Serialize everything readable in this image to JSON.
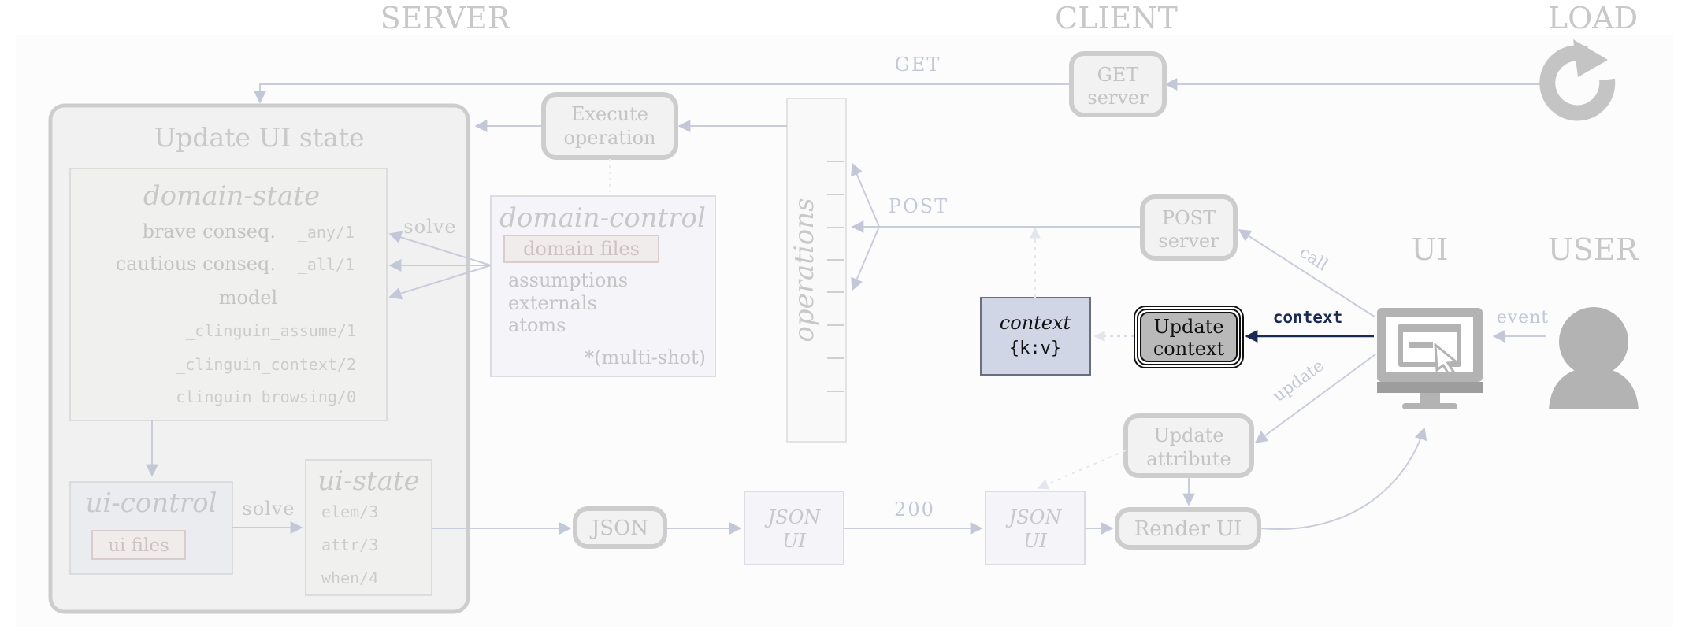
{
  "columns": {
    "server": "SERVER",
    "client": "CLIENT",
    "load": "LOAD",
    "ui": "UI",
    "user": "USER"
  },
  "edges": {
    "get": "GET",
    "post": "POST",
    "call": "call",
    "update": "update",
    "event": "event",
    "context": "context",
    "code_200": "200",
    "solve_domain": "solve",
    "solve_ui": "solve"
  },
  "boxes": {
    "get_server": {
      "line1": "GET",
      "line2": "server"
    },
    "execute": {
      "line1": "Execute",
      "line2": "operation"
    },
    "post_server": {
      "line1": "POST",
      "line2": "server"
    },
    "update_context": {
      "line1": "Update",
      "line2": "context"
    },
    "update_attribute": {
      "line1": "Update",
      "line2": "attribute"
    },
    "render_ui": {
      "label": "Render UI"
    },
    "json": {
      "label": "JSON"
    },
    "json_ui_server": {
      "line1": "JSON",
      "line2": "UI"
    },
    "json_ui_client": {
      "line1": "JSON",
      "line2": "UI"
    },
    "context_store": {
      "title": "context",
      "value": "{k:v}"
    },
    "operations": {
      "label": "operations"
    }
  },
  "update_ui_state": {
    "title": "Update UI state",
    "domain_state": {
      "title": "domain-state",
      "brave": "brave conseq.",
      "brave_pred": "_any/1",
      "cautious": "cautious conseq.",
      "cautious_pred": "_all/1",
      "model": "model",
      "preds": [
        "_clinguin_assume/1",
        "_clinguin_context/2",
        "_clinguin_browsing/0"
      ]
    },
    "ui_control": {
      "title": "ui-control",
      "files": "ui files"
    },
    "ui_state": {
      "title": "ui-state",
      "preds": [
        "elem/3",
        "attr/3",
        "when/4"
      ]
    }
  },
  "domain_control": {
    "title": "domain-control",
    "files": "domain files",
    "items": [
      "assumptions",
      "externals",
      "atoms"
    ],
    "multishot": "*(multi-shot)"
  },
  "icons": {
    "reload": "reload-icon",
    "monitor": "monitor-icon",
    "user": "user-icon"
  }
}
